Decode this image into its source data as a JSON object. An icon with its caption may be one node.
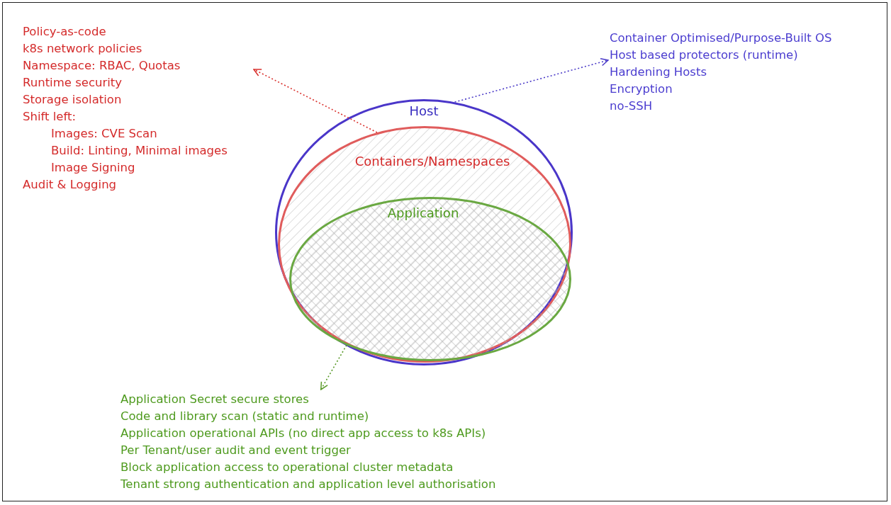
{
  "diagram": {
    "nodes": [
      {
        "text": [
          "Host"
        ]
      },
      {
        "text": [
          "Containers/Namespaces"
        ],
        "in": 0
      },
      {
        "text": [
          "Application"
        ],
        "in": 1
      },
      {
        "text": [
          "Policy-as-code",
          "k8s network policies",
          "Namespace: RBAC, Quotas",
          "Runtime security",
          "Storage isolation",
          "Shift left:",
          "Images: CVE Scan",
          "Build: Linting, Minimal images",
          "Image Signing",
          "Audit & Logging"
        ]
      },
      {
        "text": [
          "Container Optimised/Purpose-Built OS",
          "Host based protectors (runtime)",
          "Hardening Hosts",
          "Encryption",
          "no-SSH"
        ]
      },
      {
        "text": [
          "Application Secret secure stores",
          "Code and library scan (static and runtime)",
          "Application operational APIs (no direct app access to k8s APIs)",
          "Per Tenant/user audit and event trigger",
          "Block application access to operational cluster metadata",
          "Tenant strong authentication and application level authorisation"
        ]
      }
    ],
    "edges": [
      {
        "from": 1,
        "to": 3,
        "arrow": "to",
        "style": "dashed",
        "color": "#d9302c"
      },
      {
        "from": 0,
        "to": 4,
        "arrow": "to",
        "style": "dashed",
        "color": "#4b3bc8"
      },
      {
        "from": 2,
        "to": 5,
        "arrow": "to",
        "style": "dashed",
        "color": "#5a9a2a"
      }
    ]
  }
}
